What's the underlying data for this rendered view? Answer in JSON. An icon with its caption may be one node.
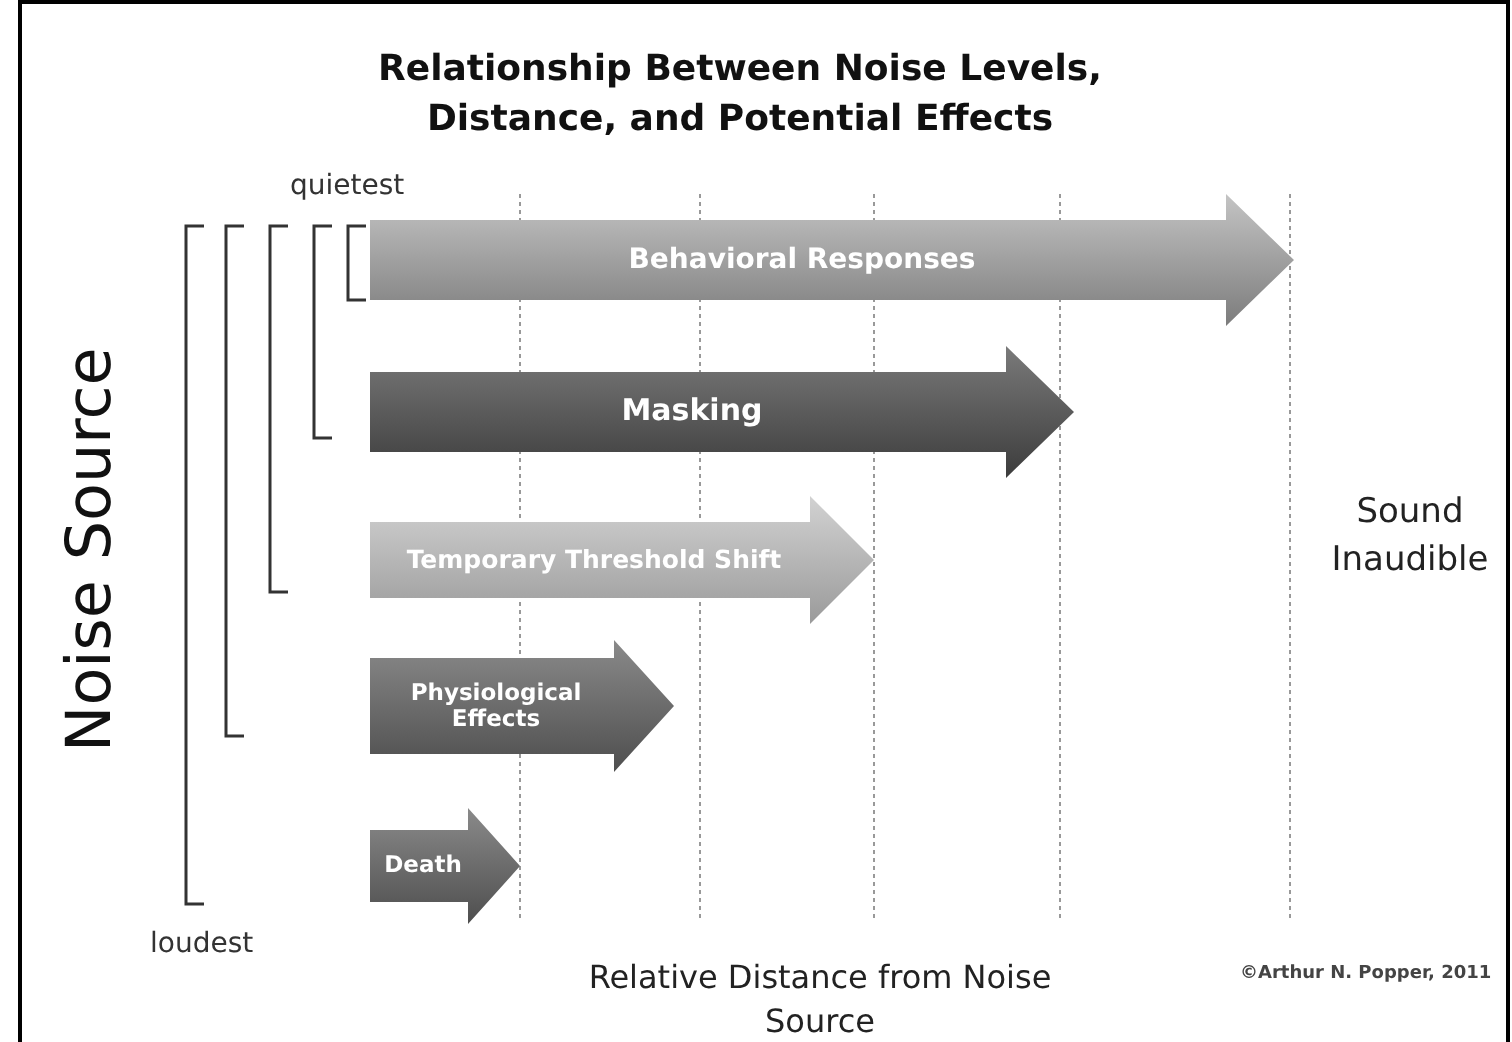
{
  "diagram": {
    "title": "Relationship Between Noise Levels, Distance, and Potential Effects",
    "nodes": [
      {
        "text": [
          "Behavioral Responses"
        ]
      },
      {
        "text": [
          "Masking"
        ]
      },
      {
        "text": [
          "Temporary Threshold Shift"
        ]
      },
      {
        "text": [
          "Physiological Effects"
        ]
      },
      {
        "text": [
          "Death"
        ]
      }
    ],
    "labels": [
      "quietest",
      "Noise Source",
      "Sound Inaudible",
      "loudest",
      "Relative Distance from Noise Source",
      "©Arthur N. Popper, 2011"
    ]
  }
}
